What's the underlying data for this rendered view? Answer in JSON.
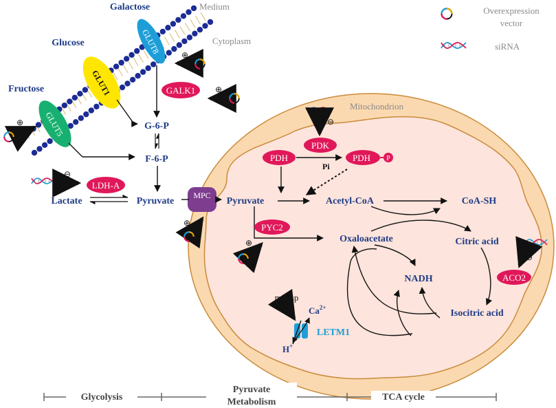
{
  "legend": {
    "overexpression_vector": [
      "Overexpression",
      "vector"
    ],
    "sirna": "siRNA"
  },
  "membrane": {
    "medium": "Medium",
    "cytoplasm": "Cytoplasm",
    "mitochondrion": "Mitochondrion"
  },
  "sugars": {
    "galactose": "Galactose",
    "glucose": "Glucose",
    "fructose": "Fructose"
  },
  "transporters": {
    "glut8": "GLUT8",
    "glut1": "GLUT1",
    "glut5": "GLUT5",
    "mpc": "MPC",
    "letm1": "LETM1"
  },
  "enzymes": {
    "galk1": "GALK1",
    "ldha": "LDH-A",
    "pdh": "PDH",
    "pdk": "PDK",
    "pdh_p": "PDH",
    "p": "P",
    "pyc2": "PYC2",
    "aco2": "ACO2"
  },
  "metabolites": {
    "g6p": "G-6-P",
    "f6p": "F-6-P",
    "lactate": "Lactate",
    "pyruvate_cyto": "Pyruvate",
    "pyruvate_mito": "Pyruvate",
    "acetyl_coa": "Acetyl-CoA",
    "coa_sh": "CoA-SH",
    "oxaloacetate": "Oxaloacetate",
    "citric_acid": "Citric acid",
    "nadh": "NADH",
    "isocitric_acid": "Isocitric acid",
    "pi": "Pi",
    "m23sp": "m23sp",
    "ca": "Ca",
    "ca_sup": "2+",
    "h": "H",
    "h_sup": "+"
  },
  "signs": {
    "plus": "⊕",
    "minus": "⊖"
  },
  "stages": {
    "glycolysis": "Glycolysis",
    "pyruvate_metabolism": [
      "Pyruvate",
      "Metabolism"
    ],
    "tca_cycle": "TCA cycle"
  },
  "colors": {
    "metabolite_text": "#1f3b86",
    "enzyme_fill": "#e0185a",
    "mito_fill": "#fde4dc",
    "mito_outer": "#fbd9b0",
    "mito_stroke": "#c98a3a",
    "bead": "#1c2c94",
    "glut8": "#1e9ed8",
    "glut1": "#ffe600",
    "glut5": "#18b070",
    "mpc": "#7e3d8f",
    "arrow_gray": "#8c8c8c"
  }
}
